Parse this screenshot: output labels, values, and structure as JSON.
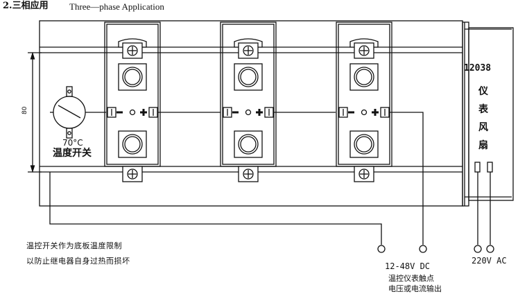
{
  "header": {
    "section_label": "2.三相应用",
    "section_label_en": "Three—phase Application"
  },
  "switch": {
    "temperature": "70°C",
    "name": "温度开关"
  },
  "dimension_label": "80",
  "fan": {
    "model": "12038",
    "name_chars": [
      "仪",
      "表",
      "风",
      "扇"
    ]
  },
  "note": {
    "line1": "温控开关作为底板温度限制",
    "line2": "以防止继电器自身过热而损坏"
  },
  "control": {
    "voltage": "12-48V  DC",
    "line1": "温控仪表触点",
    "line2": "电压或电流输出"
  },
  "supply": {
    "voltage": "220V AC"
  },
  "relay": {
    "minus": "−",
    "plus": "+"
  }
}
